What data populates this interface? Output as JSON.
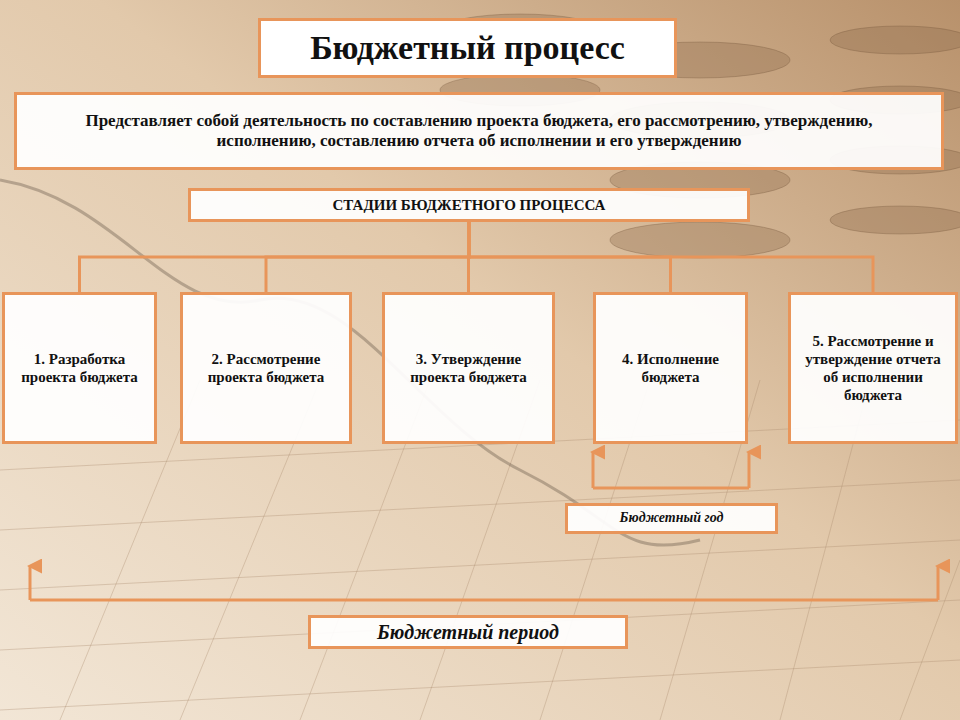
{
  "diagram": {
    "title": "Бюджетный процесс",
    "nodes": [
      {
        "text": [
          "Представляет собой деятельность по составлению проекта бюджета, его рассмотрению, утверждению, исполнению, составлению отчета об исполнении и его утверждению"
        ]
      },
      {
        "text": [
          "СТАДИИ БЮДЖЕТНОГО ПРОЦЕССА"
        ]
      },
      {
        "text": [
          "1. Разработка проекта бюджета"
        ]
      },
      {
        "text": [
          "2. Рассмотрение проекта бюджета"
        ]
      },
      {
        "text": [
          "3. Утверждение проекта бюджета"
        ]
      },
      {
        "text": [
          "4. Исполнение бюджета"
        ]
      },
      {
        "text": [
          "5. Рассмотрение и утверждение отчета об исполнении бюджета"
        ]
      },
      {
        "text": [
          "Бюджетный год"
        ]
      },
      {
        "text": [
          "Бюджетный период"
        ]
      }
    ],
    "edges": [
      {
        "from": 1,
        "to": 2,
        "arrow": "none"
      },
      {
        "from": 1,
        "to": 3,
        "arrow": "none"
      },
      {
        "from": 1,
        "to": 4,
        "arrow": "none"
      },
      {
        "from": 1,
        "to": 5,
        "arrow": "none"
      },
      {
        "from": 1,
        "to": 6,
        "arrow": "none"
      }
    ]
  }
}
